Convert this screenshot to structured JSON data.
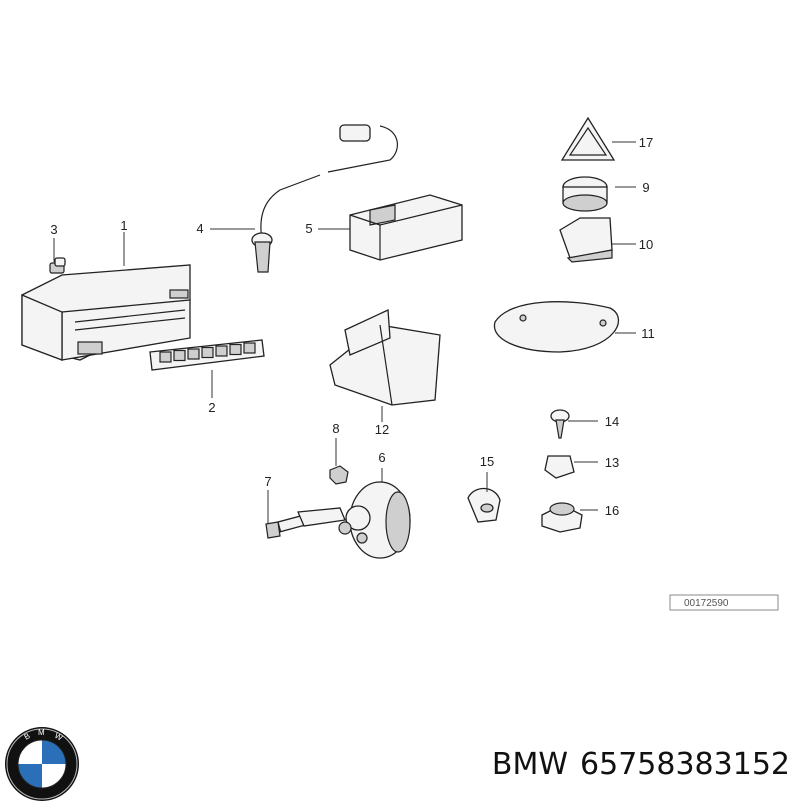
{
  "diagram": {
    "callouts": [
      "1",
      "2",
      "3",
      "4",
      "5",
      "6",
      "7",
      "8",
      "9",
      "10",
      "11",
      "12",
      "13",
      "14",
      "15",
      "16",
      "17"
    ],
    "reference_number": "00172590"
  },
  "footer": {
    "brand": "BMW",
    "part_number": "65758383152"
  },
  "logo": {
    "lettering": "BMW",
    "colors": {
      "ring": "#111111",
      "blue": "#2a6fb8",
      "white": "#ffffff"
    }
  }
}
